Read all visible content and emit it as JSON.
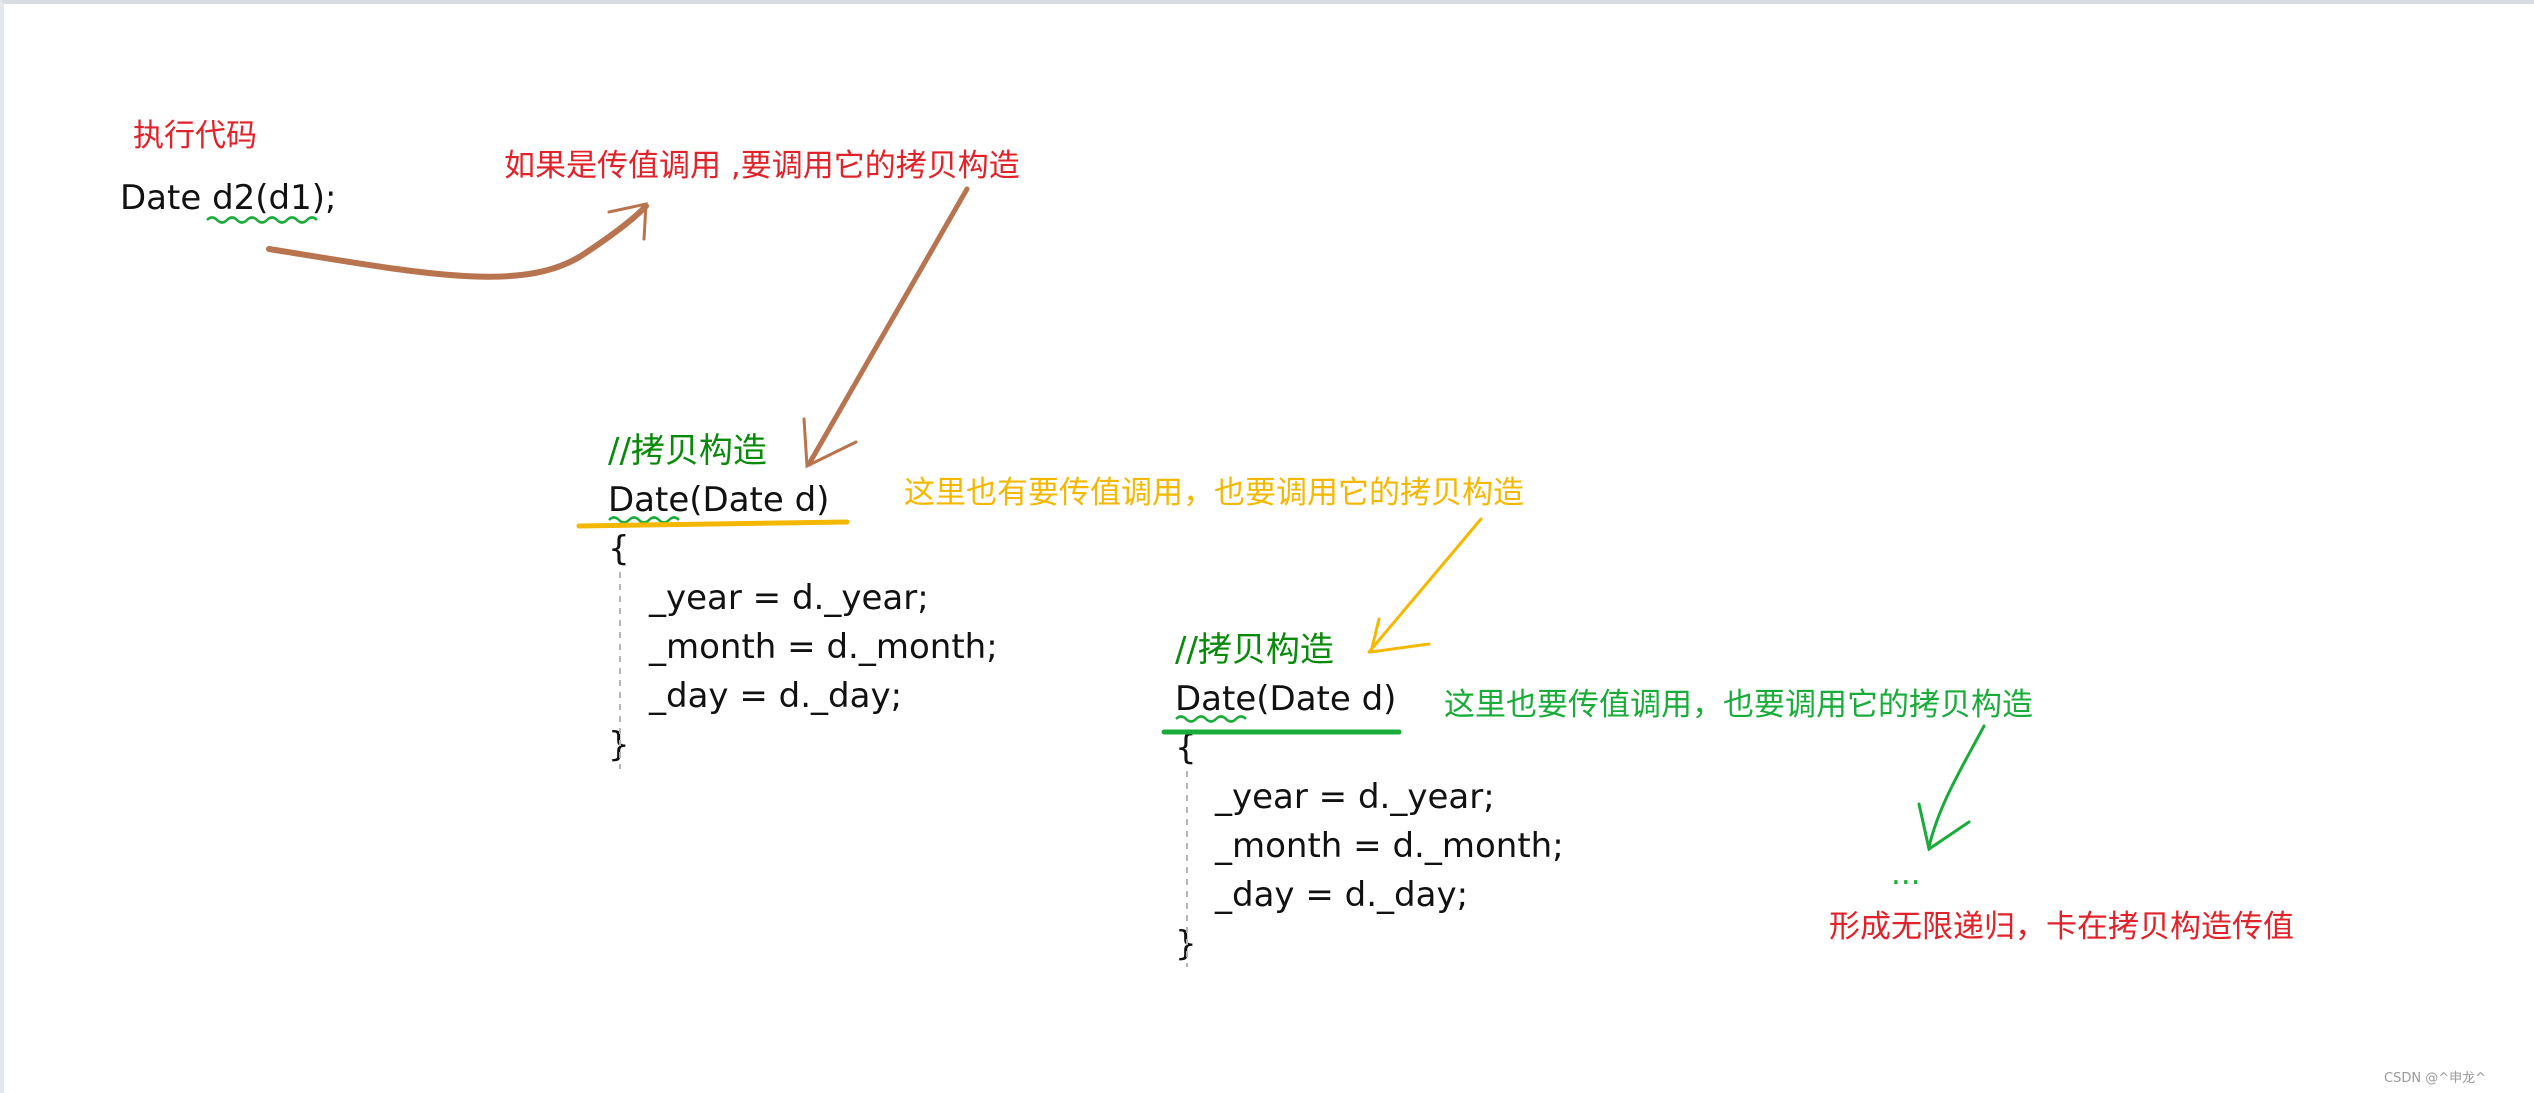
{
  "exec_label": "执行代码",
  "exec_code": "Date d2(d1);",
  "notes": {
    "first": "如果是传值调用 ,要调用它的拷贝构造",
    "second": "这里也有要传值调用，也要调用它的拷贝构造",
    "third": "这里也要传值调用，也要调用它的拷贝构造",
    "result": "形成无限递归，卡在拷贝构造传值",
    "ellipsis": "..."
  },
  "copy_ctor_1": {
    "comment": "//拷贝构造",
    "signature": "Date(Date d)",
    "open_brace": "{",
    "lines": [
      "_year = d._year;",
      "_month = d._month;",
      "_day = d._day;"
    ],
    "close_brace": "}"
  },
  "copy_ctor_2": {
    "comment": "//拷贝构造",
    "signature": "Date(Date d)",
    "open_brace": "{",
    "lines": [
      "_year = d._year;",
      "_month = d._month;",
      "_day = d._day;"
    ],
    "close_brace": "}"
  },
  "watermark": "CSDN @^申龙^",
  "colors": {
    "red": "#e0232a",
    "brown_arrow": "#b8734f",
    "yellow": "#f5b800",
    "green": "#1aac3a",
    "comment_green": "#0a8a0a"
  }
}
